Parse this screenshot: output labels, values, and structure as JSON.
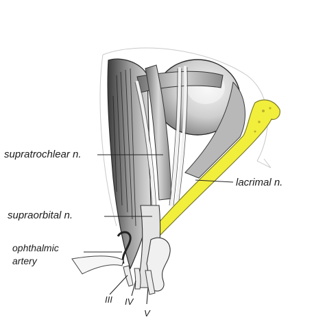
{
  "labels": {
    "supratrochlear": "supratrochlear n.",
    "lacrimal": "lacrimal n.",
    "supraorbital": "supraorbital n.",
    "ophthalmic_line1": "ophthalmic",
    "ophthalmic_line2": "artery",
    "nerve_iii": "III",
    "nerve_iv": "IV",
    "nerve_v": "V"
  },
  "colors": {
    "bone_highlight": "#f2ee3c",
    "bone_outline": "#7a7a28",
    "sketch_dark": "#2a2a2a",
    "sketch_mid": "#8a8a8a",
    "sketch_light": "#d4d4d4",
    "label_text": "#1a1a1a"
  }
}
